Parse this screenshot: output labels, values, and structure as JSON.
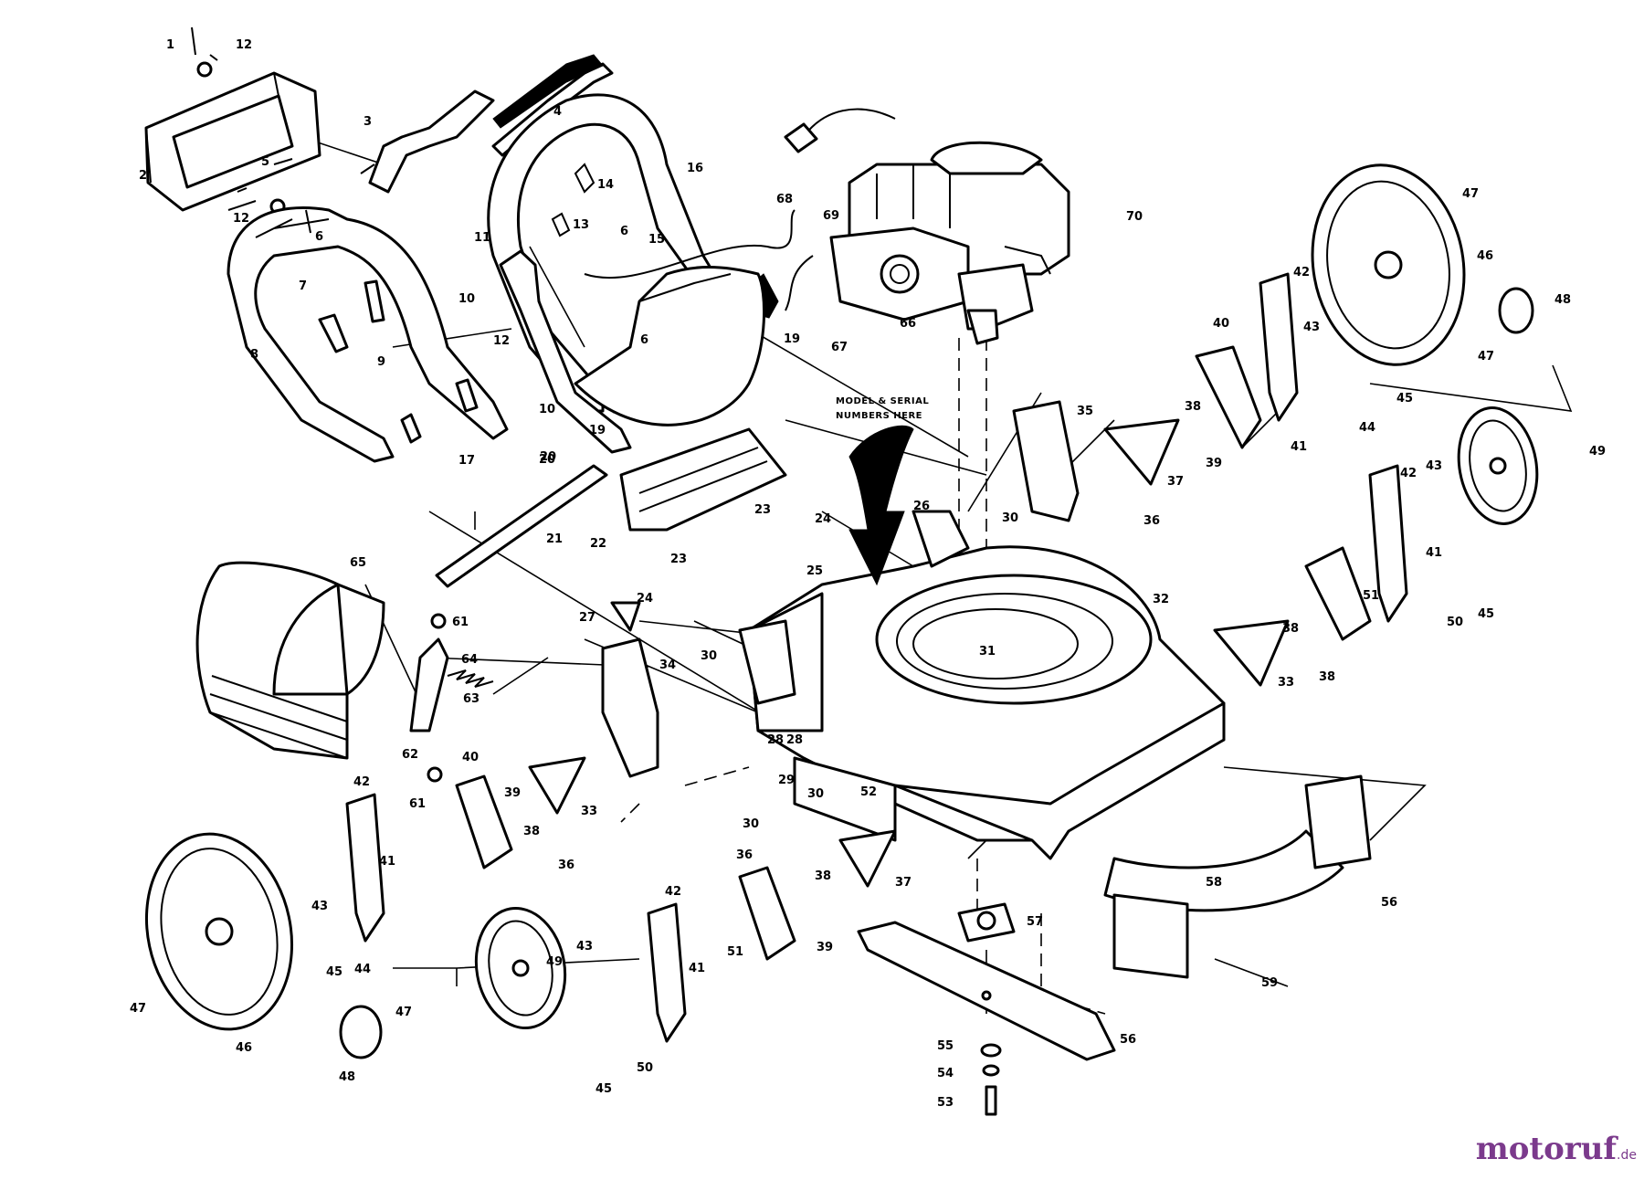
{
  "diagram": {
    "note_line1": "MODEL & SERIAL",
    "note_line2": "NUMBERS HERE",
    "labels": [
      "1",
      "12",
      "2",
      "5",
      "12",
      "6",
      "7",
      "8",
      "9",
      "3",
      "4",
      "16",
      "11",
      "13",
      "14",
      "15",
      "6",
      "10",
      "12",
      "6",
      "10",
      "19",
      "19",
      "17",
      "20",
      "68",
      "69",
      "70",
      "66",
      "67",
      "47",
      "46",
      "48",
      "47",
      "42",
      "43",
      "45",
      "44",
      "40",
      "41",
      "35",
      "38",
      "39",
      "37",
      "26",
      "30",
      "36",
      "49",
      "43",
      "42",
      "41",
      "51",
      "45",
      "50",
      "20",
      "21",
      "22",
      "23",
      "24",
      "23",
      "24",
      "25",
      "27",
      "65",
      "61",
      "64",
      "63",
      "62",
      "61",
      "34",
      "30",
      "40",
      "42",
      "39",
      "38",
      "33",
      "32",
      "31",
      "33",
      "38",
      "38",
      "28",
      "28",
      "29",
      "52",
      "30",
      "36",
      "30",
      "36",
      "38",
      "37",
      "41",
      "43",
      "45",
      "44",
      "47",
      "46",
      "47",
      "48",
      "49",
      "43",
      "45",
      "50",
      "42",
      "41",
      "51",
      "39",
      "57",
      "58",
      "56",
      "59",
      "56",
      "55",
      "54",
      "53"
    ]
  },
  "watermark": {
    "brand": "motoruf",
    "tld": ".de"
  }
}
